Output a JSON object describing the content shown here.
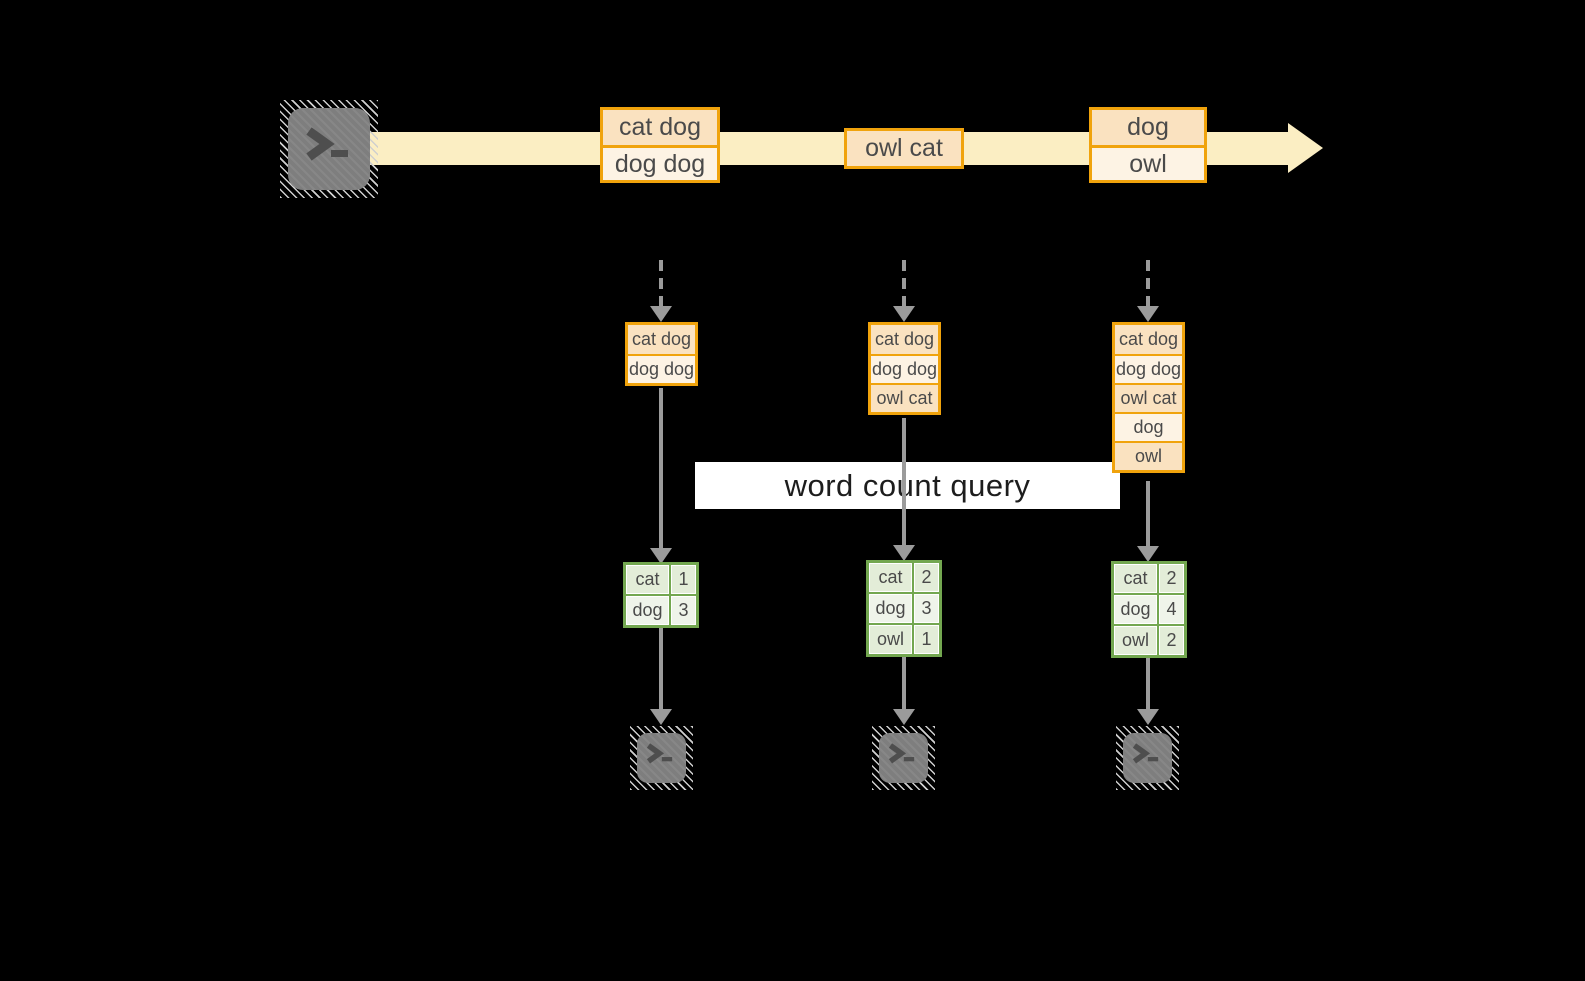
{
  "theme": {
    "bg": "#000000",
    "band-yellow": "#FBEEC3",
    "amber": "#F0A30C",
    "peach": "#FAE2C0",
    "cream": "#FDF3E4",
    "green": "#73A750",
    "cell-green": "#E3EDD8",
    "cell-light": "#EFF4EA",
    "arrow-gray": "#9B9B9B",
    "terminal-gray": "#7E7E7E",
    "glyph-gray": "#4E4E4E",
    "hatch-gray": "#CFCFCF",
    "query-bg": "#FFFFFF",
    "query-text": "#1D1D1D",
    "text-dark": "#4A4A4A"
  },
  "icons": {
    "source": "terminal-prompt-icon",
    "sinks": "terminal-prompt-icon"
  },
  "query": {
    "label": "word count query"
  },
  "stream": {
    "events": [
      {
        "lines": [
          "cat dog",
          "dog dog"
        ]
      },
      {
        "lines": [
          "owl cat"
        ]
      },
      {
        "lines": [
          "dog",
          "owl"
        ]
      }
    ]
  },
  "columns": [
    {
      "state": [
        "cat dog",
        "dog dog"
      ],
      "counts": [
        {
          "word": "cat",
          "count": "1"
        },
        {
          "word": "dog",
          "count": "3"
        }
      ]
    },
    {
      "state": [
        "cat dog",
        "dog dog",
        "owl cat"
      ],
      "counts": [
        {
          "word": "cat",
          "count": "2"
        },
        {
          "word": "dog",
          "count": "3"
        },
        {
          "word": "owl",
          "count": "1"
        }
      ]
    },
    {
      "state": [
        "cat dog",
        "dog dog",
        "owl cat",
        "dog",
        "owl"
      ],
      "counts": [
        {
          "word": "cat",
          "count": "2"
        },
        {
          "word": "dog",
          "count": "4"
        },
        {
          "word": "owl",
          "count": "2"
        }
      ]
    }
  ]
}
